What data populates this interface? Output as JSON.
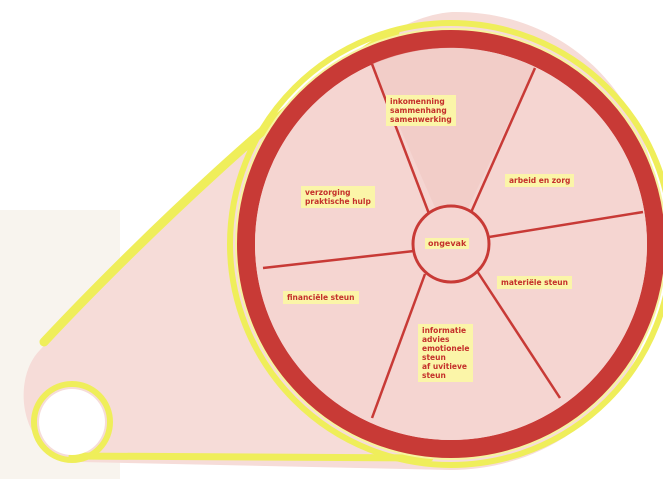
{
  "colors": {
    "outer_fill": "#f6dcd8",
    "paper_shadow": "#ece4d6",
    "yellow_rim": "#efee5a",
    "yellow_rim_light": "#f7f4a0",
    "red_ring": "#c83a36",
    "wheel_fill": "#f5d5d1",
    "label_bg": "#fbf5a8",
    "label_text": "#c4302b",
    "hole": "#ffffff"
  },
  "wheel": {
    "center_label": "ongevak",
    "segments": [
      {
        "label": "inkomenning\nsammenhang\nsamenwerking"
      },
      {
        "label": "arbeid en zorg"
      },
      {
        "label": "materiële steun"
      },
      {
        "label": "informatie\nadvies\nemotionele\nsteun\naf uvitieve\nsteun"
      },
      {
        "label": "financiële steun"
      },
      {
        "label": "verzorging\npraktische hulp"
      }
    ]
  }
}
